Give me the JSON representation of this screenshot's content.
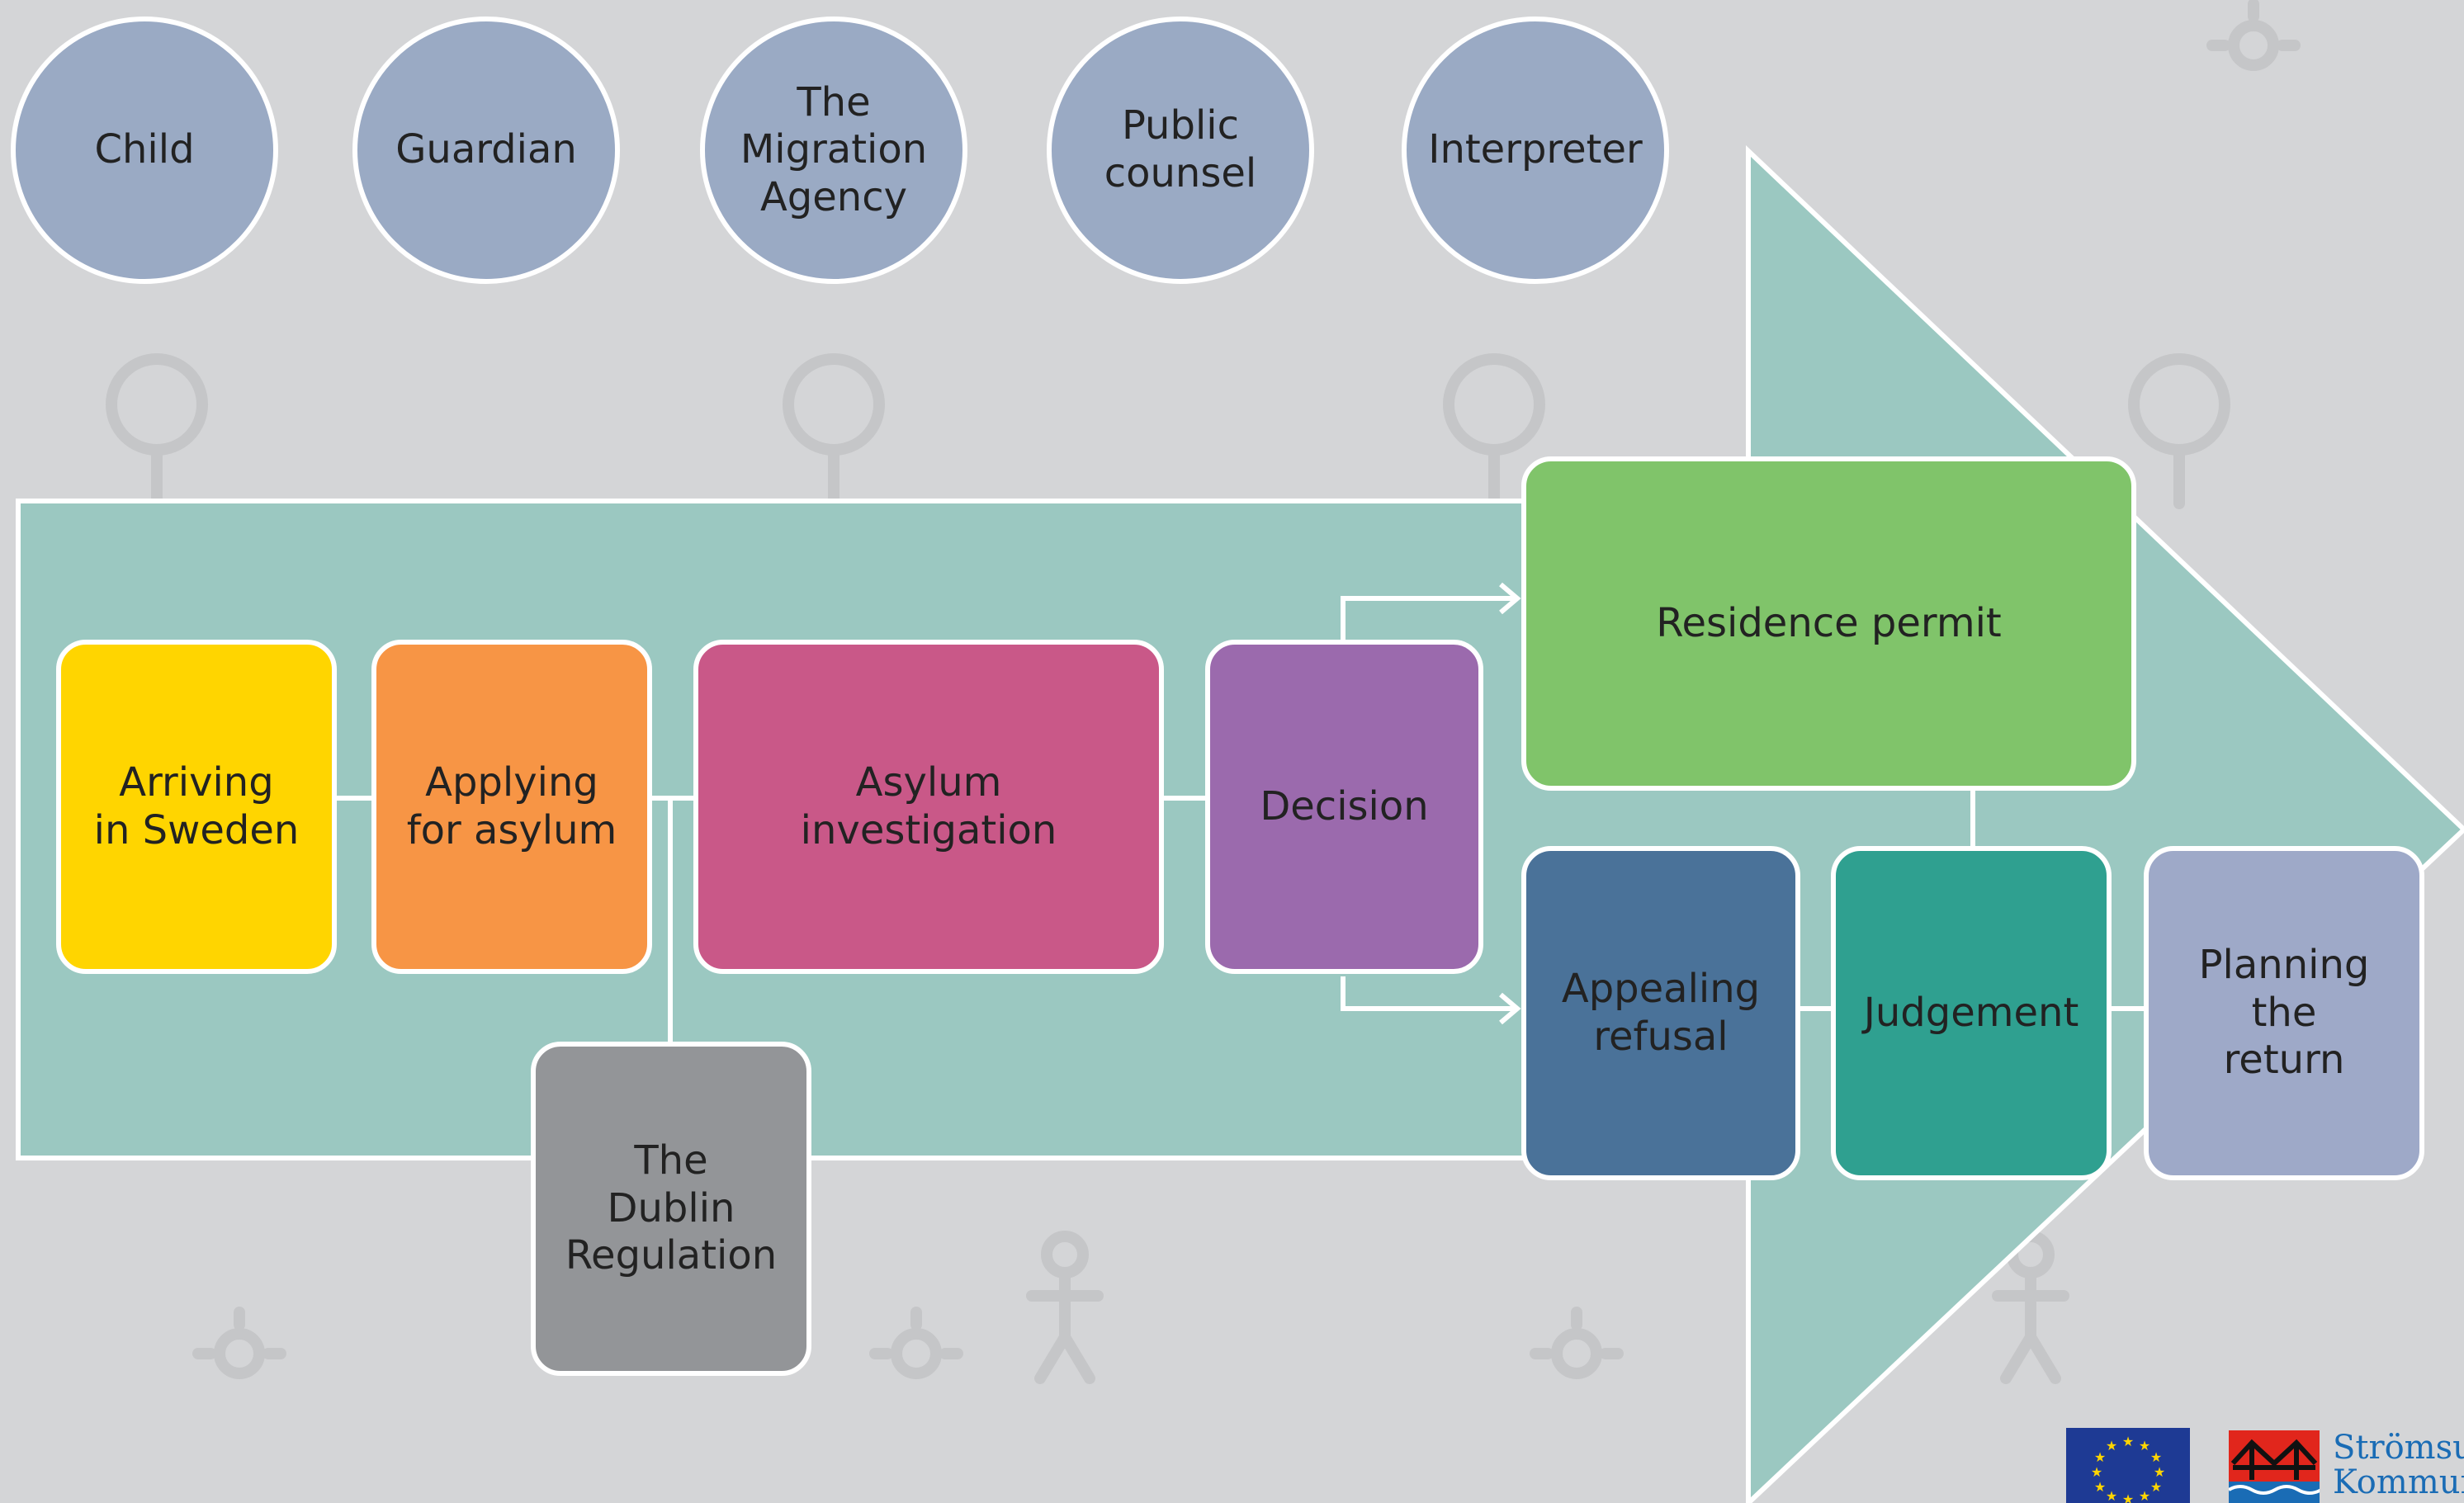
{
  "colors": {
    "background": "#d4d5d7",
    "arrow": "#9bc8c1",
    "actor_circle": "#9aaac4",
    "arriving": "#ffd500",
    "applying": "#f79545",
    "investigation": "#c95888",
    "decision": "#9b6aad",
    "dublin": "#939598",
    "residence": "#80c46a",
    "appealing": "#4a7299",
    "judgement": "#2fa090",
    "planning": "#9ea9c8",
    "connector": "#ffffff",
    "brand_text": "#1a6cb5"
  },
  "actors": [
    {
      "label": "Child"
    },
    {
      "label": "Guardian"
    },
    {
      "label": "The\nMigration\nAgency"
    },
    {
      "label": "Public\ncounsel"
    },
    {
      "label": "Interpreter"
    }
  ],
  "steps": {
    "arriving": "Arriving\nin Sweden",
    "applying": "Applying\nfor asylum",
    "investigation": "Asylum\ninvestigation",
    "decision": "Decision",
    "dublin": "The\nDublin\nRegulation",
    "residence": "Residence permit",
    "appealing": "Appealing\nrefusal",
    "judgement": "Judgement",
    "planning": "Planning\nthe\nreturn"
  },
  "footer": {
    "eu_flag_icon": "eu-flag-icon",
    "municipality_logo_icon": "bridge-logo-icon",
    "municipality_line1": "Strömsund",
    "municipality_line2": "Kommun"
  }
}
